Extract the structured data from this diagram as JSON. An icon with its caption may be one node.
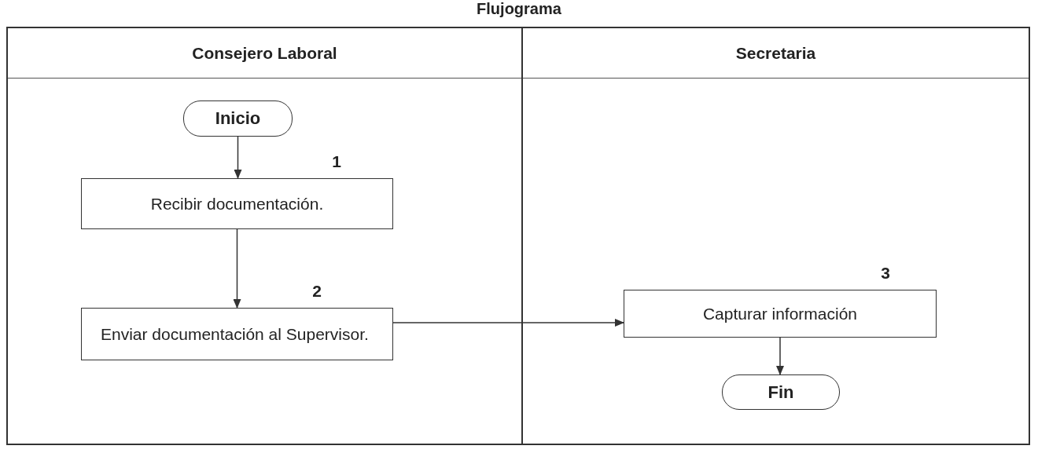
{
  "diagram": {
    "title": "Flujograma",
    "nodes": [
      {
        "text": [
          "Consejero Laboral"
        ]
      },
      {
        "text": [
          "Secretaria"
        ]
      },
      {
        "text": [
          "Inicio"
        ],
        "in": 0
      },
      {
        "text": [
          "Recibir documentación."
        ],
        "in": 0,
        "beside": [
          "1"
        ]
      },
      {
        "text": [
          "Enviar documentación al Supervisor."
        ],
        "in": 0,
        "beside": [
          "2"
        ]
      },
      {
        "text": [
          "Capturar información"
        ],
        "in": 1,
        "beside": [
          "3"
        ]
      },
      {
        "text": [
          "Fin"
        ],
        "in": 1
      }
    ],
    "edges": [
      {
        "from": 2,
        "to": 3,
        "arrow": "to"
      },
      {
        "from": 3,
        "to": 4,
        "arrow": "to"
      },
      {
        "from": 4,
        "to": 5,
        "arrow": "to"
      },
      {
        "from": 5,
        "to": 6,
        "arrow": "to"
      }
    ]
  }
}
